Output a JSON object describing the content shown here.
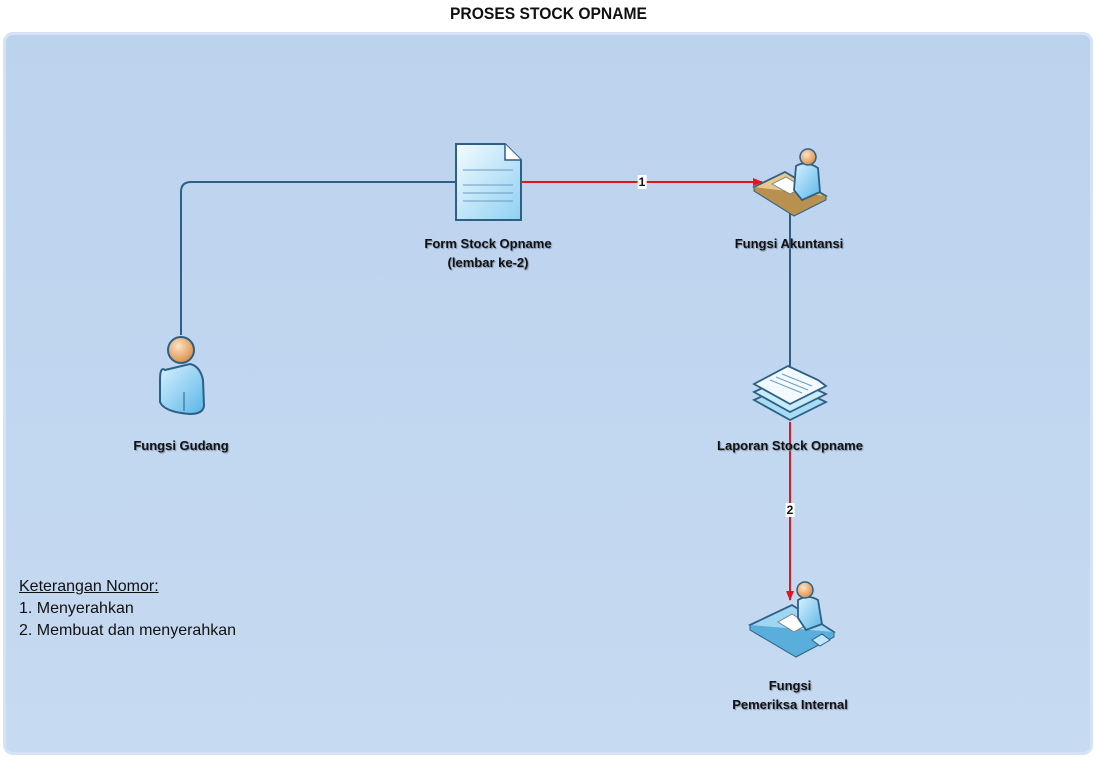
{
  "title": "PROSES STOCK OPNAME",
  "nodes": {
    "gudang": {
      "label": "Fungsi Gudang",
      "icon": "person-icon"
    },
    "form": {
      "label_line1": "Form Stock Opname",
      "label_line2": "(lembar ke-2)",
      "icon": "document-icon"
    },
    "akuntansi": {
      "label": "Fungsi Akuntansi",
      "icon": "person-at-desk-icon"
    },
    "laporan": {
      "label": "Laporan Stock Opname",
      "icon": "document-stack-icon"
    },
    "pemeriksa": {
      "label_line1": "Fungsi",
      "label_line2": "Pemeriksa Internal",
      "icon": "person-at-office-desk-icon"
    }
  },
  "edges": [
    {
      "from": "gudang",
      "to": "form",
      "label": "",
      "color": "#2e5f85"
    },
    {
      "from": "form",
      "to": "akuntansi",
      "label": "1",
      "color": "#e8141c"
    },
    {
      "from": "akuntansi",
      "to": "laporan",
      "label": "",
      "color": "#2e5f85"
    },
    {
      "from": "laporan",
      "to": "pemeriksa",
      "label": "2",
      "color": "#e8141c"
    }
  ],
  "legend": {
    "heading": "Keterangan Nomor:",
    "items": [
      "1. Menyerahkan",
      "2. Membuat dan menyerahkan"
    ]
  }
}
